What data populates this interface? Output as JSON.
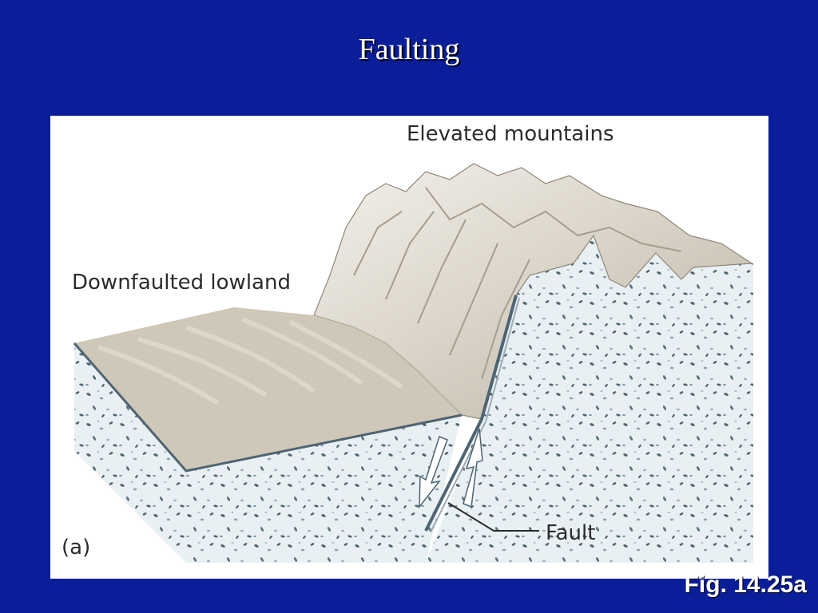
{
  "slide": {
    "title": "Faulting",
    "caption": "Fig. 14.25a"
  },
  "figure": {
    "part_label": "(a)",
    "labels": {
      "elevated_mountains": "Elevated mountains",
      "downfaulted_lowland": "Downfaulted lowland",
      "fault": "Fault"
    }
  },
  "colors": {
    "background": "#0b1e99",
    "panel": "#ffffff",
    "rock": "#e9f0f3",
    "lowland_surface": "#cfc7b7",
    "mountain": "#e8e3da",
    "fault_line": "#4e6473"
  }
}
